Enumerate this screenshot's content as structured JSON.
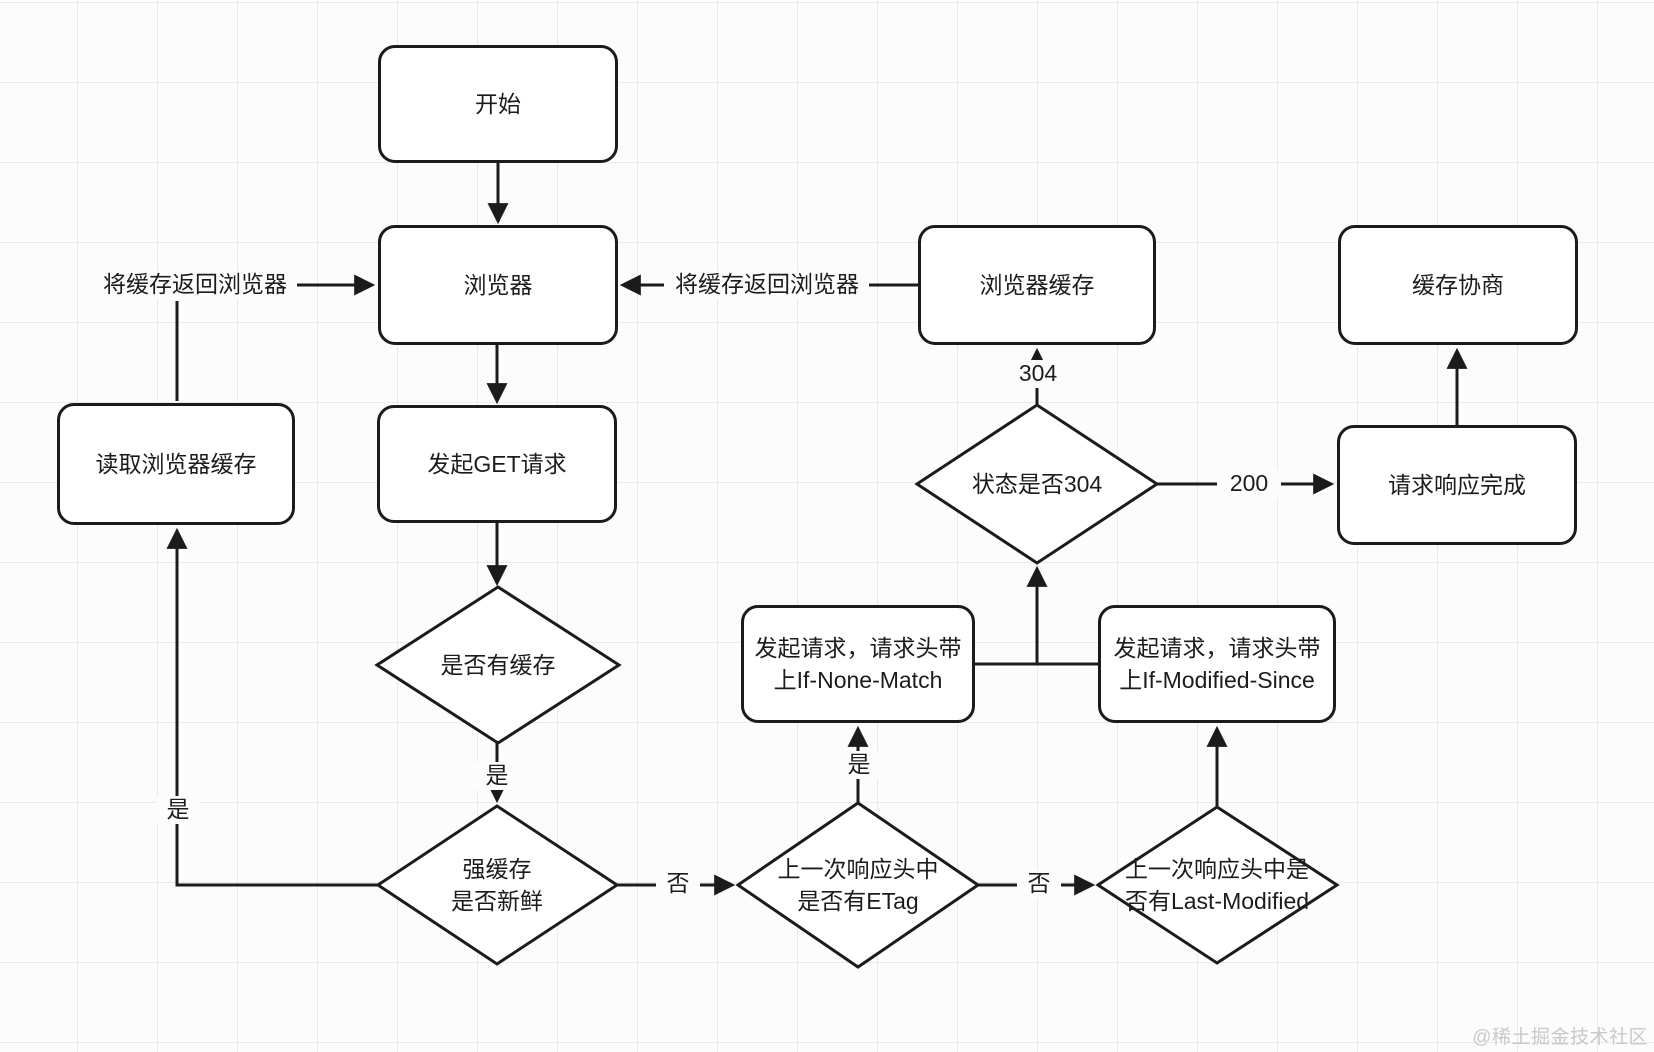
{
  "nodes": {
    "start": {
      "label": "开始"
    },
    "browser": {
      "label": "浏览器"
    },
    "browser_cache": {
      "label": "浏览器缓存"
    },
    "cache_negotiation": {
      "label": "缓存协商"
    },
    "read_browser_cache": {
      "label": "读取浏览器缓存"
    },
    "get_request": {
      "label": "发起GET请求"
    },
    "response_done": {
      "label": "请求响应完成"
    },
    "if_none_match": {
      "label": "发起请求，请求头带\n上If-None-Match"
    },
    "if_modified_since": {
      "label": "发起请求，请求头带\n上If-Modified-Since"
    },
    "status_304": {
      "label": "状态是否304"
    },
    "has_cache": {
      "label": "是否有缓存"
    },
    "strong_cache_fresh": {
      "label": "强缓存\n是否新鲜"
    },
    "has_etag": {
      "label": "上一次响应头中\n是否有ETag"
    },
    "has_last_modified": {
      "label": "上一次响应头中是\n否有Last-Modified"
    }
  },
  "edge_labels": {
    "return_cache_left": "将缓存返回浏览器",
    "return_cache_right": "将缓存返回浏览器",
    "code_304": "304",
    "code_200": "200",
    "yes_below_has_cache": "是",
    "yes_left_line": "是",
    "yes_above_etag": "是",
    "no_after_strong_cache": "否",
    "no_after_etag": "否"
  },
  "watermark": "@稀土掘金技术社区",
  "colors": {
    "stroke": "#1b1b1b",
    "node_fill": "#ffffff",
    "background": "#fcfcfc",
    "grid": "#eaeaea",
    "watermark": "#c9c9c9"
  }
}
